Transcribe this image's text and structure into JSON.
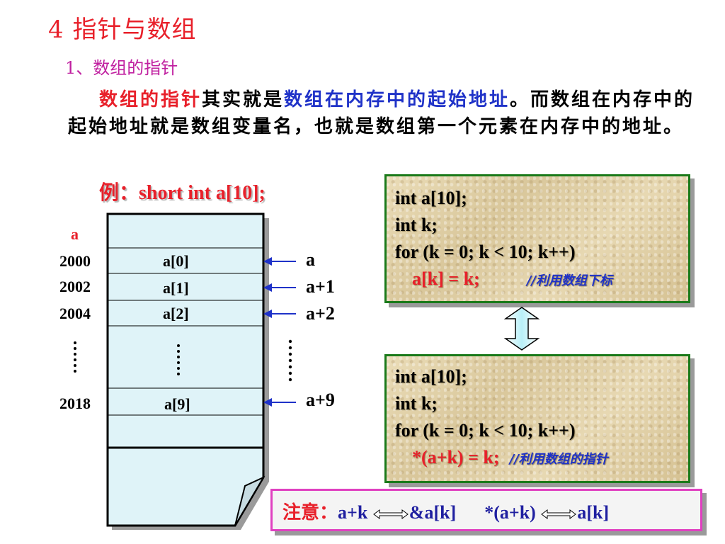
{
  "slide": {
    "title": "4  指针与数组",
    "subtitle": "1、数组的指针",
    "paragraph": {
      "term": "数组的指针",
      "part1": "其实就是",
      "highlight": "数组在内存中的起始地址",
      "part2": "。而数组在内存中的起始地址就是数组变量名，也就是数组第一个元素在内存中的地址。"
    },
    "example": "例：short int a[10];"
  },
  "memory": {
    "array_label": "a",
    "addresses": [
      "2000",
      "2002",
      "2004",
      "2018"
    ],
    "cells": [
      "a[0]",
      "a[1]",
      "a[2]",
      "a[9]"
    ],
    "pointers": [
      "a",
      "a+1",
      "a+2",
      "a+9"
    ]
  },
  "code1": {
    "lines": [
      "int a[10];",
      "int k;",
      "for (k = 0; k < 10; k++)"
    ],
    "stmt": "a[k] = k;",
    "comment": "//利用数组下标"
  },
  "code2": {
    "lines": [
      "int a[10];",
      "int k;",
      "for (k = 0; k < 10; k++)"
    ],
    "stmt": "*(a+k) = k;",
    "comment": "//利用数组的指针"
  },
  "note": {
    "label": "注意：",
    "left1": "a+k",
    "right1": "&a[k]",
    "left2": "*(a+k)",
    "right2": "a[k]"
  },
  "colors": {
    "title": "#e8202a",
    "accent_blue": "#1f32c8",
    "box_border": "#1a7a1a",
    "note_border": "#e040c0",
    "memory_fill": "#dff3f8"
  }
}
